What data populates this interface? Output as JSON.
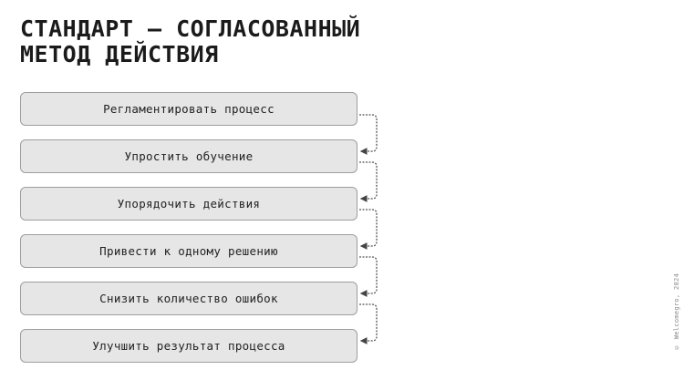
{
  "title": {
    "line1": "СТАНДАРТ – СОГЛАСОВАННЫЙ",
    "line2": "МЕТОД ДЕЙСТВИЯ"
  },
  "steps": [
    {
      "label": "Регламентировать процесс"
    },
    {
      "label": "Упростить обучение"
    },
    {
      "label": "Упорядочить действия"
    },
    {
      "label": "Привести к одному решению"
    },
    {
      "label": "Снизить количество ошибок"
    },
    {
      "label": "Улучшить результат процесса"
    }
  ],
  "copyright": "© Welcomegro, 2024",
  "colors": {
    "box_fill": "#e6e6e6",
    "box_border": "#9e9e9e",
    "connector": "#555555",
    "title": "#1b1b1b"
  }
}
